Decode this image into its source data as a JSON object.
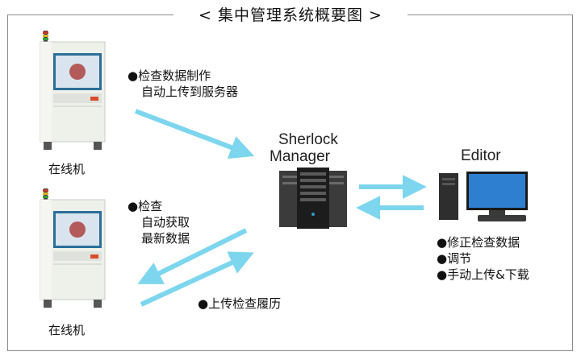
{
  "title": "< 集中管理系统概要图 >",
  "machine_top": {
    "caption": "在线机"
  },
  "machine_bottom": {
    "caption": "在线机"
  },
  "note_top": {
    "bullet": "●",
    "lines": [
      "检查数据制作",
      "自动上传到服务器"
    ]
  },
  "note_middle": {
    "bullet": "●",
    "lines": [
      "检查",
      "自动获取",
      "最新数据"
    ]
  },
  "note_bottom": {
    "bullet": "●",
    "text": "上传检查履历"
  },
  "server": {
    "name_line1": "Sherlock",
    "name_line2": "Manager"
  },
  "editor": {
    "name": "Editor",
    "features": [
      {
        "bullet": "●",
        "text": "修正检查数据"
      },
      {
        "bullet": "●",
        "text": "调节"
      },
      {
        "bullet": "●",
        "text": "手动上传&下载"
      }
    ]
  },
  "colors": {
    "arrow": "#7dd6ee",
    "frame": "#8a8a8a",
    "machine_body": "#eef0ea",
    "screen_frame": "#2a6f9a"
  }
}
